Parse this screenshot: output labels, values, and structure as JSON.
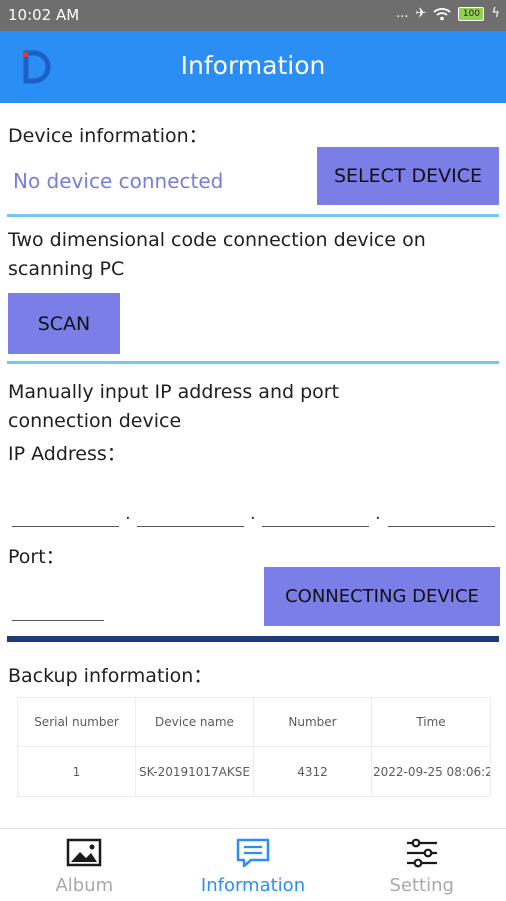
{
  "status_bar": {
    "time": "10:02 AM",
    "signal": "...",
    "airplane_icon": "✈",
    "wifi_icon": "wifi",
    "battery": "100",
    "charging_icon": "ϟ"
  },
  "app_bar": {
    "title": "Information",
    "logo_letter": "D"
  },
  "device_section": {
    "label": "Device information：",
    "status": "No device connected",
    "select_button": "SELECT DEVICE"
  },
  "scan_section": {
    "description_line1": "Two dimensional code connection device on",
    "description_line2": "scanning PC",
    "scan_button": "SCAN"
  },
  "manual_section": {
    "description_line1": "Manually input IP address and port",
    "description_line2": "connection device",
    "ip_label": "IP Address：",
    "ip_octets": [
      "",
      "",
      "",
      ""
    ],
    "ip_separator": ".",
    "port_label": "Port：",
    "port_value": "",
    "connect_button": "CONNECTING DEVICE"
  },
  "backup_section": {
    "label": "Backup information：",
    "columns": [
      "Serial number",
      "Device name",
      "Number",
      "Time"
    ],
    "rows": [
      [
        "1",
        "SK-20191017AKSE",
        "4312",
        "2022-09-25 08:06:2"
      ]
    ]
  },
  "bottom_nav": {
    "items": [
      {
        "label": "Album",
        "icon": "image-icon",
        "active": false
      },
      {
        "label": "Information",
        "icon": "message-icon",
        "active": true
      },
      {
        "label": "Setting",
        "icon": "sliders-icon",
        "active": false
      }
    ]
  },
  "colors": {
    "primary": "#2b8ef4",
    "button": "#7b7ee6",
    "divider": "#72c8ee",
    "divider_dark": "#1f3c7a",
    "status_text": "#7a7ce0"
  }
}
